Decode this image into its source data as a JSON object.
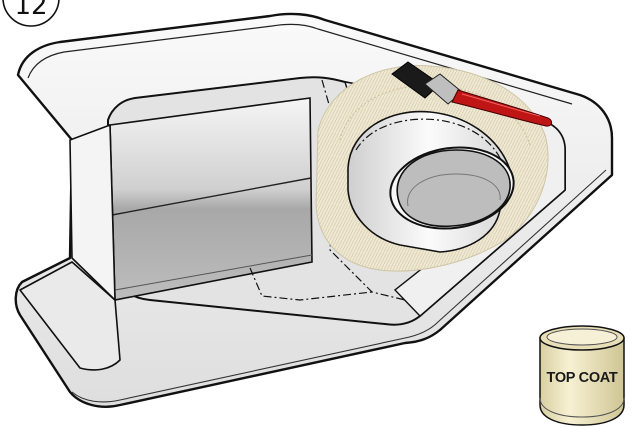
{
  "step": {
    "number": "12"
  },
  "can": {
    "label": "TOP COAT"
  },
  "colors": {
    "outline": "#111111",
    "housing_light": "#f2f2f2",
    "housing_mid": "#d9d9d9",
    "housing_dark": "#a9a9a9",
    "cloth": "#ebe4cf",
    "brush_handle": "#c01515",
    "can_body": "#f0e9c6"
  },
  "icons": [
    "step-number-badge",
    "paint-brush-icon",
    "paint-can-icon"
  ]
}
